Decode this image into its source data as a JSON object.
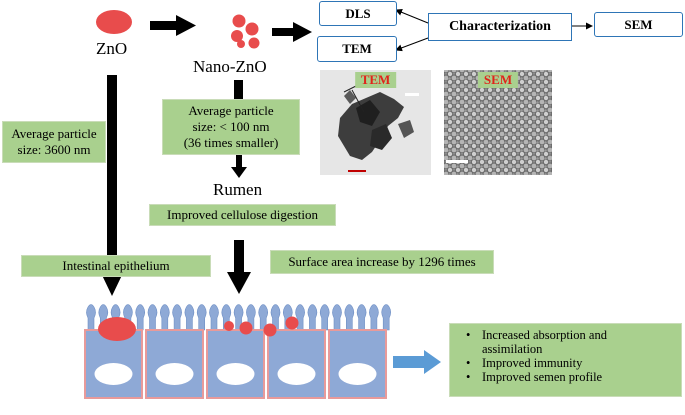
{
  "zno": {
    "label": "ZnO"
  },
  "nano_zno": {
    "label": "Nano-ZnO"
  },
  "characterization": {
    "center": "Characterization",
    "dls": "DLS",
    "tem": "TEM",
    "sem": "SEM"
  },
  "micrographs": {
    "tem_tag": "TEM",
    "sem_tag": "SEM"
  },
  "avg_particle_zno": {
    "line1": "Average particle",
    "line2": "size: 3600 nm"
  },
  "avg_particle_nano": {
    "line1": "Average particle",
    "line2": "size:  < 100 nm",
    "line3": "(36 times smaller)"
  },
  "rumen": {
    "label": "Rumen"
  },
  "cellulose": {
    "label": "Improved cellulose digestion"
  },
  "intestinal": {
    "label": "Intestinal epithelium"
  },
  "surface_area": {
    "label": "Surface area increase by 1296 times"
  },
  "outcomes": {
    "items": [
      {
        "line1": "Increased absorption and",
        "line2": "assimilation"
      },
      {
        "line1": "Improved immunity",
        "line2": ""
      },
      {
        "line1": "Improved semen profile",
        "line2": ""
      }
    ]
  },
  "colors": {
    "particle_red": "#e84c4c",
    "cell_blue": "#8ea9d6",
    "cell_border": "#e89a9a",
    "green_box": "#a9d08e",
    "arrow_blue": "#5b9bd5",
    "outline_blue": "#2e75b6"
  }
}
